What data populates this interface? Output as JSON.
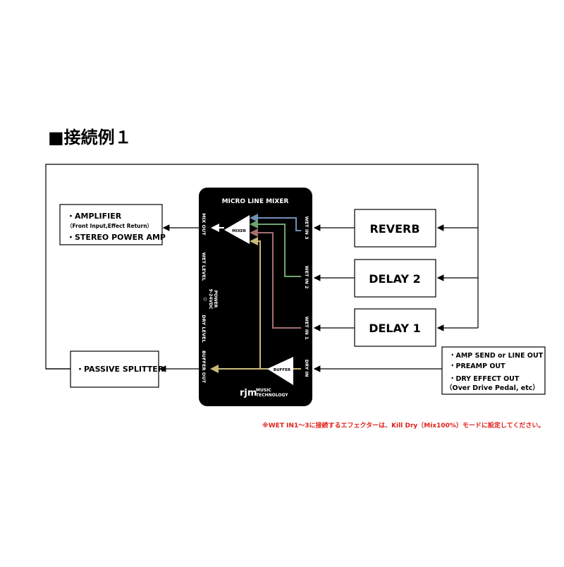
{
  "title": "■接続例１",
  "device": {
    "name": "MICRO LINE MIXER",
    "mixer_label": "MIXER",
    "buffer_label": "BUFFER",
    "left_labels": [
      "MIX OUT",
      "WET LEVEL",
      "DRY LEVEL",
      "BUFFER OUT"
    ],
    "power": [
      "POWER",
      "9-24VDC"
    ],
    "right_labels": [
      "WET IN 3",
      "WET IN 2",
      "WET IN 1",
      "DRY IN"
    ],
    "logo": "rjm",
    "logo_text": [
      "MUSIC",
      "TECHNOLOGY"
    ]
  },
  "amplifier_box": {
    "line1": "・AMPLIFIER",
    "line2": "（Front Input,Effect Return）",
    "line3": "・STEREO POWER AMP"
  },
  "splitter_box": "・PASSIVE SPLITTER",
  "effects": [
    "REVERB",
    "DELAY 2",
    "DELAY 1"
  ],
  "source_box": {
    "line1": "・AMP SEND or LINE OUT",
    "line2": "・PREAMP OUT",
    "line3": "・DRY EFFECT OUT",
    "line4": "（Over Drive Pedal, etc）"
  },
  "note": "※WET IN1～3に接続するエフェクターは、Kill Dry（Mix100%）モードに設定してください。",
  "colors": {
    "wet3": "#6f8fb5",
    "wet2": "#6fa36f",
    "wet1": "#a56f72",
    "dry": "#c9b97a",
    "note": "#e0201a"
  }
}
